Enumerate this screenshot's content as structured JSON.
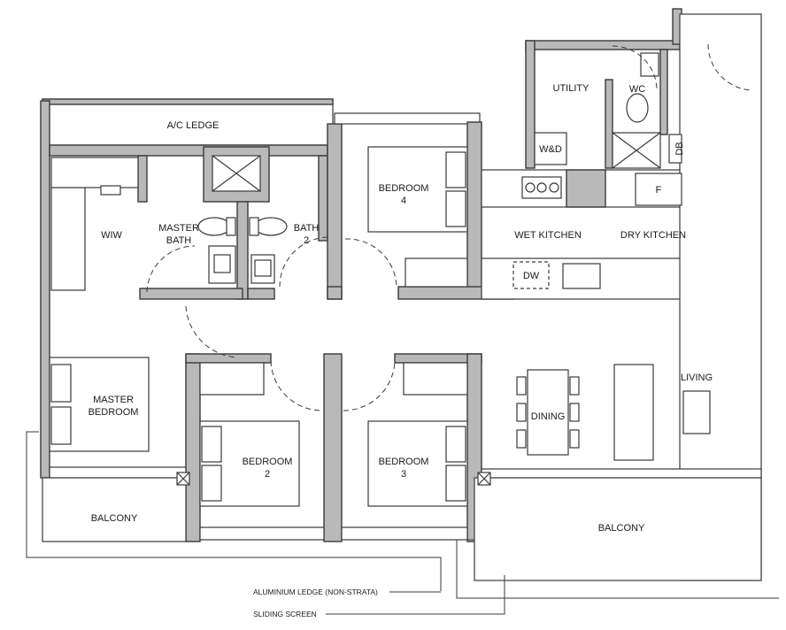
{
  "rooms": {
    "ac_ledge": "A/C LEDGE",
    "wiw": "WIW",
    "master_bath_1": "MASTER",
    "master_bath_2": "BATH",
    "bath2_1": "BATH",
    "bath2_2": "2",
    "bedroom4_1": "BEDROOM",
    "bedroom4_2": "4",
    "utility": "UTILITY",
    "wc": "WC",
    "wd": "W&D",
    "db": "DB",
    "fridge": "F",
    "wet_kitchen": "WET KITCHEN",
    "dry_kitchen": "DRY KITCHEN",
    "dw": "DW",
    "master_bedroom_1": "MASTER",
    "master_bedroom_2": "BEDROOM",
    "bedroom2_1": "BEDROOM",
    "bedroom2_2": "2",
    "bedroom3_1": "BEDROOM",
    "bedroom3_2": "3",
    "dining": "DINING",
    "living": "LIVING",
    "balcony_left": "BALCONY",
    "balcony_right": "BALCONY"
  },
  "legend": {
    "aluminium_ledge": "ALUMINIUM LEDGE (NON-STRATA)",
    "sliding_screen": "SLIDING SCREEN"
  }
}
